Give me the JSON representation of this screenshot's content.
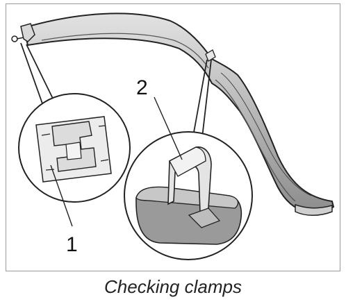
{
  "figure": {
    "callouts": [
      {
        "id": "1"
      },
      {
        "id": "2"
      }
    ],
    "caption": "Checking clamps"
  }
}
